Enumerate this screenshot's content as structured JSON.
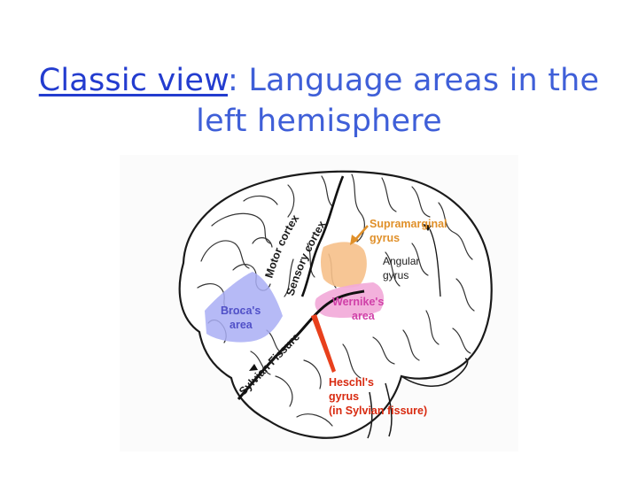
{
  "title": {
    "link_text": "Classic view",
    "line1_rest": ": Language areas in the",
    "line2": "left hemisphere"
  },
  "diagram": {
    "labels": {
      "motor_cortex": "Motor cortex",
      "sensory_cortex": "Sensory cortex",
      "supramarginal_line1": "Supramarginal",
      "supramarginal_line2": "gyrus",
      "angular_line1": "Angular",
      "angular_line2": "gyrus",
      "broca_line1": "Broca's",
      "broca_line2": "area",
      "wernicke_line1": "Wernike's",
      "wernicke_line2": "area",
      "sylvian_fissure": "Sylvian Fissure",
      "heschl_line1": "Heschl's",
      "heschl_line2": "gyrus",
      "heschl_line3": "(in Sylvian fissure)"
    },
    "colors": {
      "title": "#3f5fd8",
      "broca": "#a9aef5",
      "supramarginal": "#f6c08a",
      "wernicke": "#f2a8d8",
      "heschl_arrow": "#e8401c",
      "supramarginal_text": "#e0902a",
      "wernicke_text": "#d040a8",
      "heschl_text": "#d82a10",
      "broca_text": "#5050c8",
      "ink": "#1a1a1a"
    }
  }
}
